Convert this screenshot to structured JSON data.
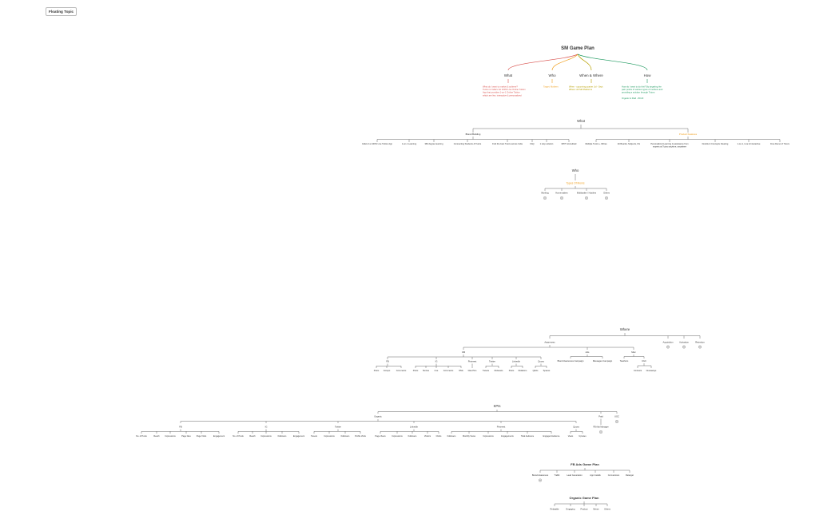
{
  "floating_topic": "Floating Topic",
  "colors": {
    "line": "#555555",
    "red": "#d9534f",
    "orange": "#f0a020",
    "olive": "#b8a000",
    "green": "#1f9a60",
    "text": "#333333"
  },
  "maps": {
    "sm_game_plan": {
      "title": "SM Game Plan",
      "branches": [
        {
          "label": "What",
          "color": "red",
          "note": [
            "What do I want to market & achieve?",
            "Tutoro is India's 1st 100% Live Online Tuition",
            "App that provides 1-on-1 Online Tuition",
            "which are live, interactive & personalized"
          ]
        },
        {
          "label": "Who",
          "color": "orange",
          "note": [
            "Target: Mothers"
          ]
        },
        {
          "label": "When & Where",
          "color": "olive",
          "note": [
            "When - upcoming quarter Jul - Sept",
            "Where: All SM Platforms"
          ]
        },
        {
          "label": "How",
          "color": "green",
          "note": [
            "How do I want to do this? By targeting the",
            "pain points of various types of mothers and",
            "providing a solution through Tutoro",
            "",
            "Organic & Paid - 80:20"
          ]
        }
      ]
    },
    "what": {
      "title": "What",
      "groups": [
        {
          "label": "Brand Building",
          "highlight": false,
          "children": [
            "India's 1st 100% Live Tuition App",
            "1-on-1 Learning",
            "360 degree learning",
            "Connecting Students & Tutors",
            "Find the best Tutors across India",
            "FAQ",
            "1 stop solution",
            "DPIT Accredited"
          ]
        },
        {
          "label": "Product Features",
          "highlight": true,
          "children": [
            "Multiple Tutors + Writes",
            "All Boards, Subjects, KG",
            "Personalized Learning & assistance from experts at Tutoro anytime, anywhere",
            "Doubts & Concepts Clearing",
            "1-on-1, Live & Interactive",
            "Free Demo of Tutors"
          ]
        }
      ]
    },
    "who": {
      "title": "Who",
      "subtitle": "Types Of Moms",
      "items": [
        "Working",
        "Homemakers",
        "Multitasker / Hustlers",
        "Others"
      ]
    },
    "where": {
      "title": "Where",
      "awareness": "Awareness",
      "others": [
        "Acquisition",
        "Activation",
        "Retention"
      ],
      "organic": {
        "label": "OM",
        "platforms": [
          {
            "label": "FB",
            "children": [
              "Posts",
              "Groups",
              "Comments"
            ]
          },
          {
            "label": "IG",
            "children": [
              "Posts",
              "Stories",
              "Live",
              "Comments",
              "DMs"
            ]
          },
          {
            "label": "Pinterest",
            "children": [
              "Idea Pins"
            ]
          },
          {
            "label": "Twitter",
            "children": [
              "Tweets",
              "Retweets"
            ]
          },
          {
            "label": "LinkedIn",
            "children": [
              "Posts",
              "Relations"
            ]
          },
          {
            "label": "Quora",
            "children": [
              "Q&As",
              "Spaces"
            ]
          }
        ]
      },
      "ads": {
        "label": "Ads",
        "children": [
          "Brand Awareness Campaign",
          "Messages Campaign"
        ]
      },
      "misc": {
        "label": "Misc",
        "children": [
          {
            "label": "Teachers",
            "children": []
          },
          {
            "label": "UGC",
            "children": [
              "Contests",
              "Giveaways"
            ]
          }
        ]
      }
    },
    "kpis": {
      "title": "KPIs",
      "organic": "Organic",
      "paid": "Paid",
      "paid_child": "FB Ads Manager",
      "ugc": "UGC",
      "platforms": [
        {
          "label": "FB",
          "children": [
            "No. of Posts",
            "Reach",
            "Impressions",
            "Page likes",
            "Page Visits",
            "Engagement"
          ]
        },
        {
          "label": "IG",
          "children": [
            "No. of Posts",
            "Reach",
            "Impressions",
            "Followers",
            "Engagement"
          ]
        },
        {
          "label": "Twitter",
          "children": [
            "Tweets",
            "Impressions",
            "Followers",
            "Profile Visits"
          ]
        },
        {
          "label": "LinkedIn",
          "children": [
            "Page Views",
            "Impressions",
            "Followers",
            "Visitors",
            "Clicks"
          ]
        },
        {
          "label": "Pinterest",
          "children": [
            "Followers",
            "Monthly Views",
            "Impressions",
            "Engagements",
            "Total Audience",
            "Engaged Audience"
          ]
        },
        {
          "label": "Quora",
          "children": [
            "Views",
            "Upvotes"
          ]
        }
      ]
    },
    "fb_ads": {
      "title": "FB Ads Game Plan",
      "items": [
        "Brand Awareness",
        "Traffic",
        "Lead Generation",
        "App Installs",
        "Conversions",
        "Retarget"
      ]
    },
    "organic_plan": {
      "title": "Organic Game Plan",
      "items": [
        "Relatable",
        "Engaging",
        "Product",
        "Meme",
        "Others"
      ]
    }
  }
}
